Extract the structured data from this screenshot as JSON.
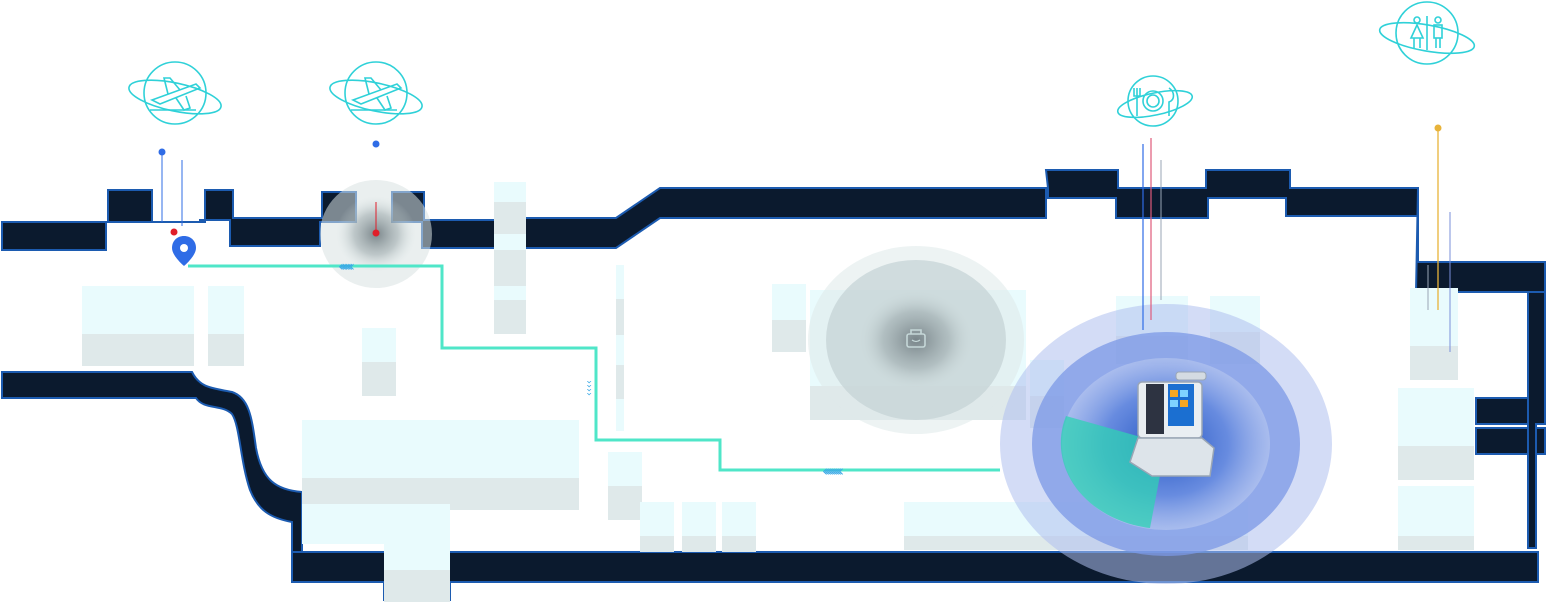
{
  "map": {
    "kind": "indoor terminal floor plan",
    "colors": {
      "wall_fill": "#0b1a2e",
      "wall_edge": "#1c5bb0",
      "room_light": "#e9fbfd",
      "room_shade": "#dfe9ea",
      "route": "#4fe6c8",
      "route_arrows": "#3aa9e6",
      "poi_icon": "#2fd1d8",
      "pin_blue": "#2f6ce6",
      "pin_red": "#e01e2a",
      "pin_yellow": "#e8b33a"
    },
    "pois": [
      {
        "name": "gate-1",
        "icon": "airplane-icon"
      },
      {
        "name": "gate-2",
        "icon": "airplane-icon"
      },
      {
        "name": "restaurant",
        "icon": "dining-icon"
      },
      {
        "name": "restroom",
        "icon": "restroom-icon"
      }
    ],
    "markers": [
      {
        "name": "current-location",
        "icon": "location-pin-icon"
      },
      {
        "name": "destination",
        "icon": "red-dot"
      },
      {
        "name": "service-point",
        "icon": "shopping-bag-icon"
      },
      {
        "name": "kiosk",
        "icon": "kiosk-icon"
      }
    ],
    "route": {
      "direction": "from kiosk to gate-2",
      "arrow_glyph": "chevrons-left"
    }
  }
}
